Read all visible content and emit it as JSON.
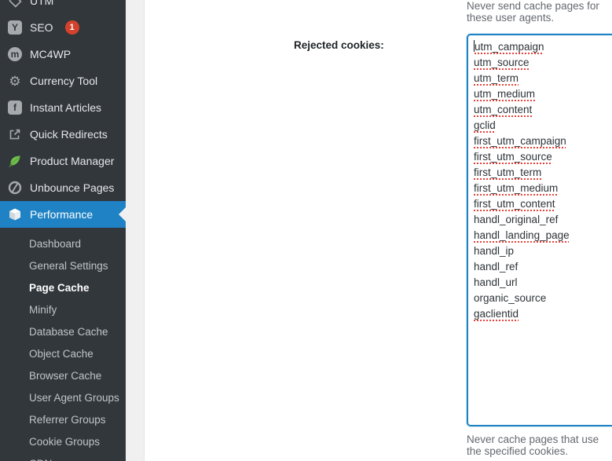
{
  "sidebar": {
    "top_items": [
      {
        "label": "UTM",
        "icon": "tag-icon",
        "partially_visible": true
      },
      {
        "label": "SEO",
        "icon": "yoast-seo-icon",
        "badge": "1"
      },
      {
        "label": "MC4WP",
        "icon": "mc4wp-icon"
      },
      {
        "label": "Currency Tool",
        "icon": "gear-icon"
      },
      {
        "label": "Instant Articles",
        "icon": "facebook-icon"
      },
      {
        "label": "Quick Redirects",
        "icon": "external-link-icon"
      },
      {
        "label": "Product Manager",
        "icon": "leaf-icon"
      },
      {
        "label": "Unbounce Pages",
        "icon": "unbounce-icon"
      },
      {
        "label": "Performance",
        "icon": "w3tc-cube-icon",
        "active": true
      }
    ],
    "submenu_items": [
      {
        "label": "Dashboard"
      },
      {
        "label": "General Settings"
      },
      {
        "label": "Page Cache",
        "current": true
      },
      {
        "label": "Minify"
      },
      {
        "label": "Database Cache"
      },
      {
        "label": "Object Cache"
      },
      {
        "label": "Browser Cache"
      },
      {
        "label": "User Agent Groups"
      },
      {
        "label": "Referrer Groups"
      },
      {
        "label": "Cookie Groups"
      },
      {
        "label": "CDN",
        "partially_visible": true
      }
    ]
  },
  "main": {
    "top_help_text": "Never send cache pages for these user agents.",
    "field_label": "Rejected cookies:",
    "rejected_cookies": {
      "lines": [
        {
          "text": "utm_campaign",
          "misspelled": true
        },
        {
          "text": "utm_source",
          "misspelled": true
        },
        {
          "text": "utm_term",
          "misspelled": true
        },
        {
          "text": "utm_medium",
          "misspelled": true
        },
        {
          "text": "utm_content",
          "misspelled": true
        },
        {
          "text": "gclid",
          "misspelled": true
        },
        {
          "text": "first_utm_campaign",
          "misspelled": true
        },
        {
          "text": "first_utm_source",
          "misspelled": true
        },
        {
          "text": "first_utm_term",
          "misspelled": true
        },
        {
          "text": "first_utm_medium",
          "misspelled": true
        },
        {
          "text": "first_utm_content",
          "misspelled": true
        },
        {
          "text": "handl_original_ref",
          "misspelled": false
        },
        {
          "text": "handl_landing_page",
          "misspelled": true
        },
        {
          "text": "handl_ip",
          "misspelled": false
        },
        {
          "text": "handl_ref",
          "misspelled": false
        },
        {
          "text": "handl_url",
          "misspelled": false
        },
        {
          "text": "organic_source",
          "misspelled": false
        },
        {
          "text": "gaclientid",
          "misspelled": true
        }
      ]
    },
    "bottom_help_text": "Never cache pages that use the specified cookies."
  },
  "colors": {
    "sidebar_bg": "#32373c",
    "active_item_blue": "#1e82c4",
    "badge_red": "#d5422c",
    "content_gutter_gray": "#f0f0f1",
    "focused_border_blue": "#1e82c4",
    "help_text_gray": "#646970",
    "leaf_green": "#6fbf4a"
  }
}
